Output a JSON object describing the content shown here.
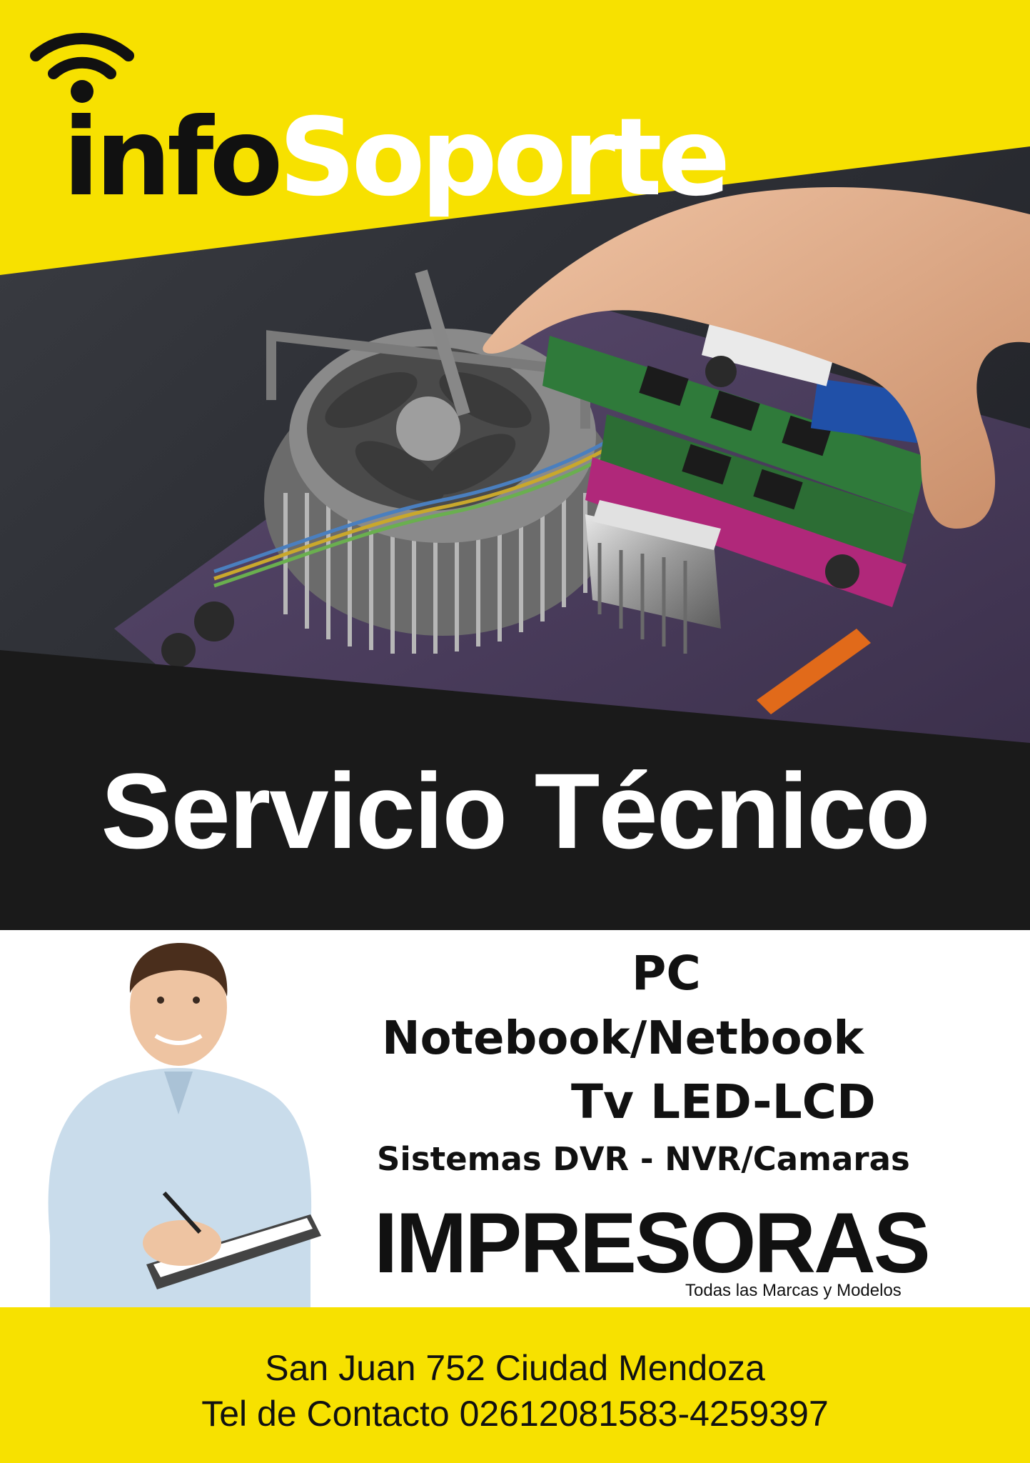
{
  "logo": {
    "word_part1": "info",
    "word_part2": "Soporte",
    "icon": "wifi-icon"
  },
  "headline": "Servicio Técnico",
  "services": {
    "pc": "PC",
    "notebook": "Notebook/Netbook",
    "tv": "Tv LED-LCD",
    "sistemas": "Sistemas DVR - NVR/Camaras",
    "impresoras": "IMPRESORAS",
    "marcas": "Todas las Marcas y Modelos"
  },
  "footer": {
    "address": "San Juan 752 Ciudad Mendoza",
    "phone": "Tel de Contacto 02612081583-4259397"
  },
  "colors": {
    "brand_yellow": "#f7e100",
    "dark_band": "#1a1a1a",
    "text_dark": "#111111"
  }
}
